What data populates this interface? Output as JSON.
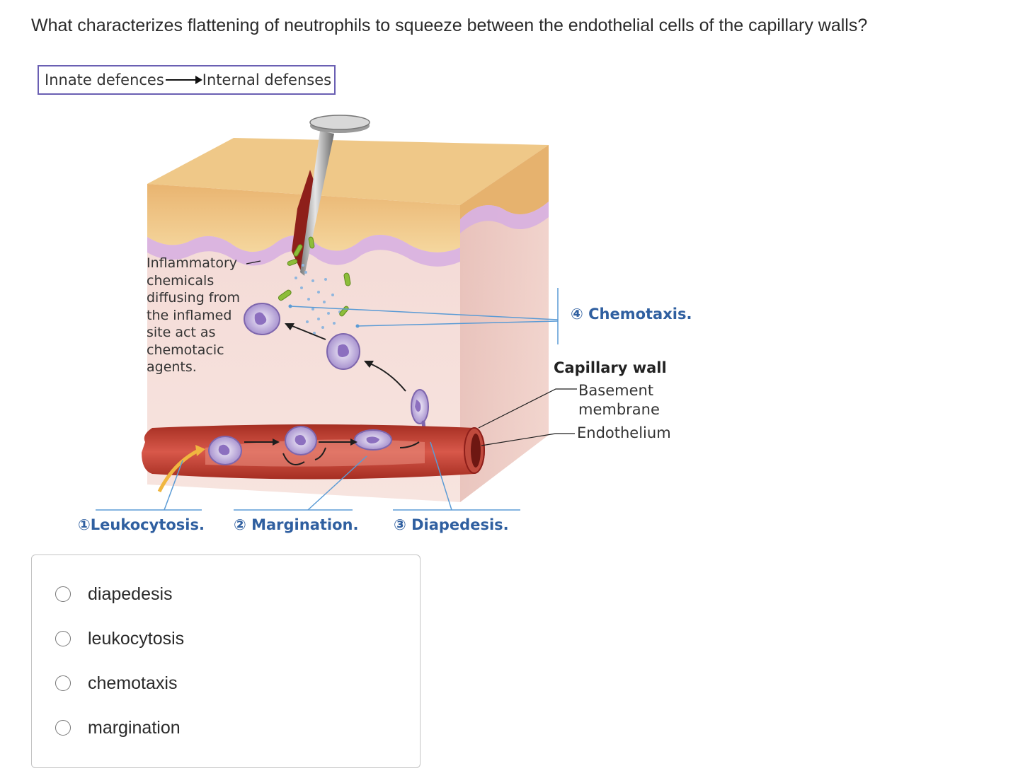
{
  "question": {
    "text": "What characterizes flattening of neutrophils to squeeze between the endothelial cells of the capillary walls?"
  },
  "figure": {
    "header_from": "Innate defences",
    "header_to": "Internal defenses",
    "inflammatory_lines": [
      "Inflammatory",
      "chemicals",
      "diffusing from",
      "the inflamed",
      "site act as",
      "chemotacic",
      "agents."
    ],
    "step1": "①Leukocytosis.",
    "step2": "② Margination.",
    "step3": "③ Diapedesis.",
    "step4": "④ Chemotaxis.",
    "capillary_wall": "Capillary wall",
    "basement_lines": [
      "Basement",
      "membrane"
    ],
    "endothelium": "Endothelium",
    "colors": {
      "step_blue": "#2f5fa0",
      "pointer_blue": "#5b9bd5",
      "skin_top": "#e9b96e",
      "dermis": "#f1d3cf",
      "blood_vessel": "#b8372a",
      "neutrophil": "#b9a4d8",
      "bacteria": "#8dbd3a"
    }
  },
  "choices": [
    {
      "label": "diapedesis",
      "selected": false
    },
    {
      "label": "leukocytosis",
      "selected": false
    },
    {
      "label": "chemotaxis",
      "selected": false
    },
    {
      "label": "margination",
      "selected": false
    }
  ]
}
